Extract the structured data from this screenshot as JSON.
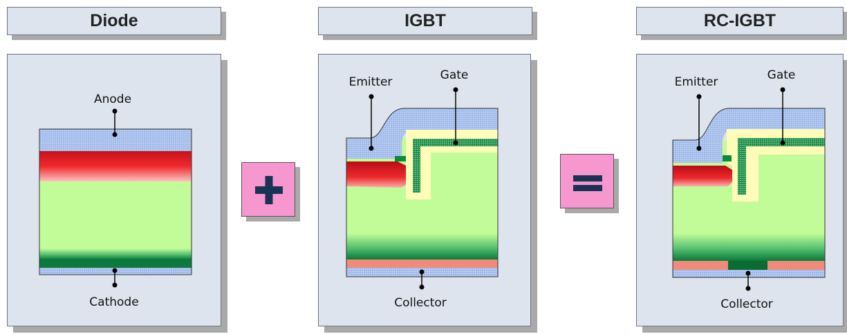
{
  "titles": {
    "diode": "Diode",
    "igbt": "IGBT",
    "rcigbt": "RC-IGBT"
  },
  "labels": {
    "anode": "Anode",
    "cathode": "Cathode",
    "emitter": "Emitter",
    "gate": "Gate",
    "collector": "Collector"
  },
  "operators": {
    "plus": "+",
    "equals": "="
  },
  "colors": {
    "panel_bg": "#dde4ee",
    "blue_hatch": "#a7c0ee",
    "red": "#e8202a",
    "green_drift": "#c2fc98",
    "dark_green": "#0a7a3a",
    "salmon": "#f08a7a",
    "yellow_oxide": "#fefcb8",
    "operator_bg": "#f797cf",
    "operator_sign": "#1a3355"
  }
}
